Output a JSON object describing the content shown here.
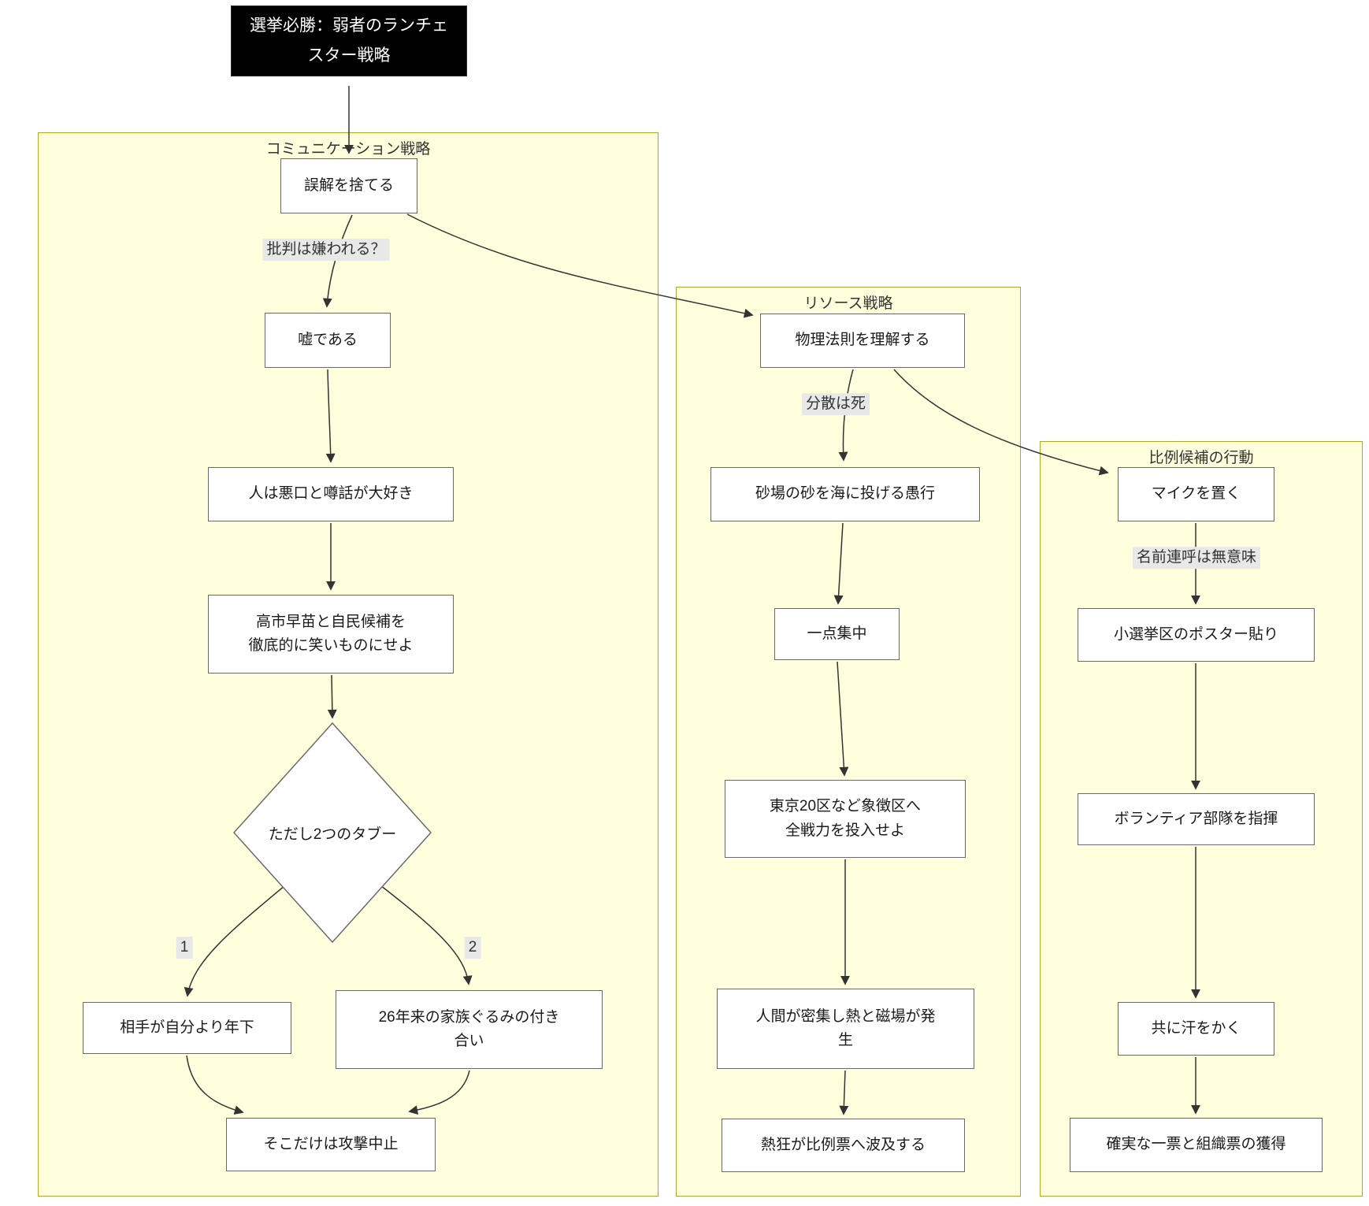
{
  "flowchart": {
    "title": {
      "label": "選挙必勝：弱者のランチェ\nスター戦略"
    },
    "subgraphs": {
      "communication": {
        "label": "コミュニケーション戦略"
      },
      "resource": {
        "label": "リソース戦略"
      },
      "proportional": {
        "label": "比例候補の行動"
      }
    },
    "nodes": {
      "discard_misconceptions": {
        "label": "誤解を捨てる"
      },
      "it_is_a_lie": {
        "label": "嘘である"
      },
      "people_love_gossip": {
        "label": "人は悪口と噂話が大好き"
      },
      "mock_opponents": {
        "label": "高市早苗と自民候補を\n徹底的に笑いものにせよ"
      },
      "two_taboos": {
        "label": "ただし2つのタブー"
      },
      "younger_than_you": {
        "label": "相手が自分より年下"
      },
      "family_friends_26_years": {
        "label": "26年来の家族ぐるみの付き\n合い"
      },
      "stop_attack_only_there": {
        "label": "そこだけは攻撃中止"
      },
      "understand_physics": {
        "label": "物理法則を理解する"
      },
      "sand_into_sea": {
        "label": "砂場の砂を海に投げる愚行"
      },
      "single_point_focus": {
        "label": "一点集中"
      },
      "tokyo_district_20": {
        "label": "東京20区など象徴区へ\n全戦力を投入せよ"
      },
      "heat_and_magnetism": {
        "label": "人間が密集し熱と磁場が発\n生"
      },
      "enthusiasm_spreads": {
        "label": "熱狂が比例票へ波及する"
      },
      "put_down_the_mic": {
        "label": "マイクを置く"
      },
      "poster_pasting": {
        "label": "小選挙区のポスター貼り"
      },
      "lead_volunteers": {
        "label": "ボランティア部隊を指揮"
      },
      "sweat_together": {
        "label": "共に汗をかく"
      },
      "secure_votes": {
        "label": "確実な一票と組織票の獲得"
      }
    },
    "edge_labels": {
      "criticism_hated": {
        "label": "批判は嫌われる？"
      },
      "dispersion_is_death": {
        "label": "分散は死"
      },
      "name_repetition_meaningless": {
        "label": "名前連呼は無意味"
      },
      "taboo_1": {
        "label": "1"
      },
      "taboo_2": {
        "label": "2"
      }
    },
    "colors": {
      "subgraph_fill": "#ffffde",
      "subgraph_border": "#aaaa33",
      "node_fill": "#ffffff",
      "node_border": "#686868",
      "title_fill": "#000000",
      "title_text": "#ffffff",
      "edge_stroke": "#333333",
      "edge_label_bg": "#e8e8e8",
      "text": "#1a1a1a"
    }
  }
}
